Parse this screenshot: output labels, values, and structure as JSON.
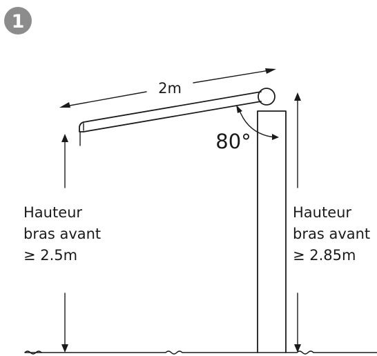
{
  "step": {
    "number": "1"
  },
  "arm": {
    "length_label": "2m",
    "angle_label": "80°"
  },
  "left_height": {
    "line1": "Hauteur",
    "line2": "bras avant",
    "line3": "≥ 2.5m"
  },
  "right_height": {
    "line1": "Hauteur",
    "line2": "bras avant",
    "line3": "≥ 2.85m"
  },
  "colors": {
    "badge": "#8c8c8c",
    "line": "#1a1a1a",
    "background": "#ffffff"
  }
}
